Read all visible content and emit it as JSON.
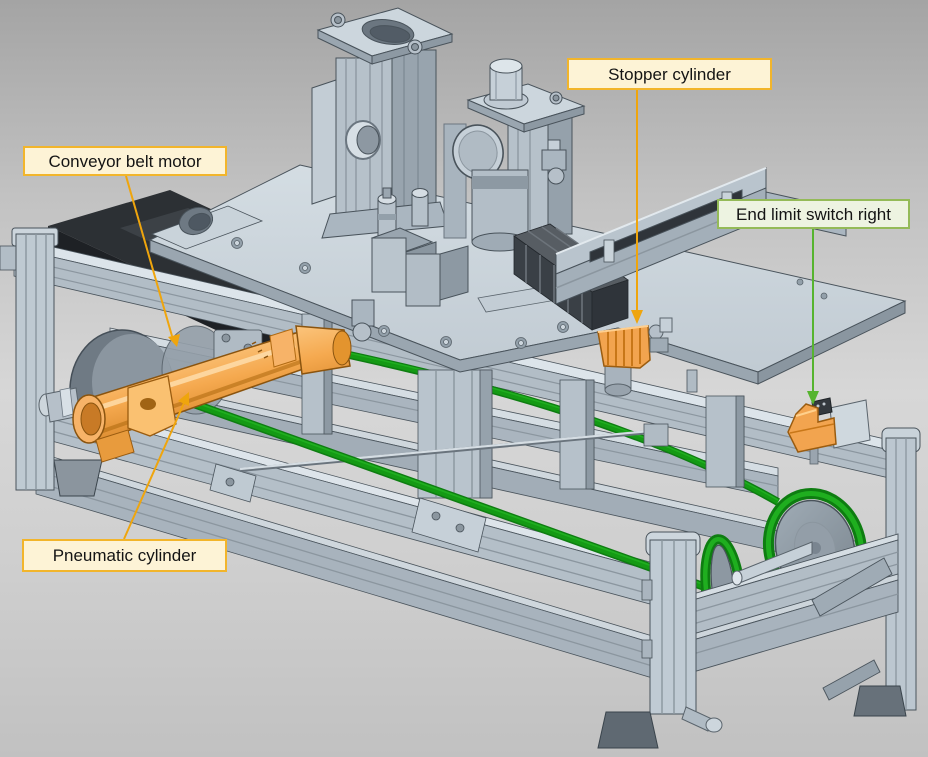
{
  "labels": {
    "conveyor_belt_motor": "Conveyor belt motor",
    "stopper_cylinder": "Stopper cylinder",
    "end_limit_switch_right": "End limit switch right",
    "pneumatic_cylinder": "Pneumatic cylinder"
  },
  "colors": {
    "label-yellow-bg": "#fdf3d6",
    "label-yellow-border": "#f2b52b",
    "label-green-bg": "#edf3e1",
    "label-green-border": "#94ba58",
    "leader-yellow": "#efa50d",
    "leader-green": "#56b42f",
    "belt-green": "#149a14",
    "belt-green-dark": "#0e7d11",
    "belt-green-light": "#1fae1f",
    "highlight-orange": "#f2a44f",
    "steel": "#bfc9d2",
    "steel-dark": "#49535b",
    "background-top": "#a4a4a4",
    "background-mid": "#d7d7d7",
    "background-bottom": "#c1c1c1"
  }
}
